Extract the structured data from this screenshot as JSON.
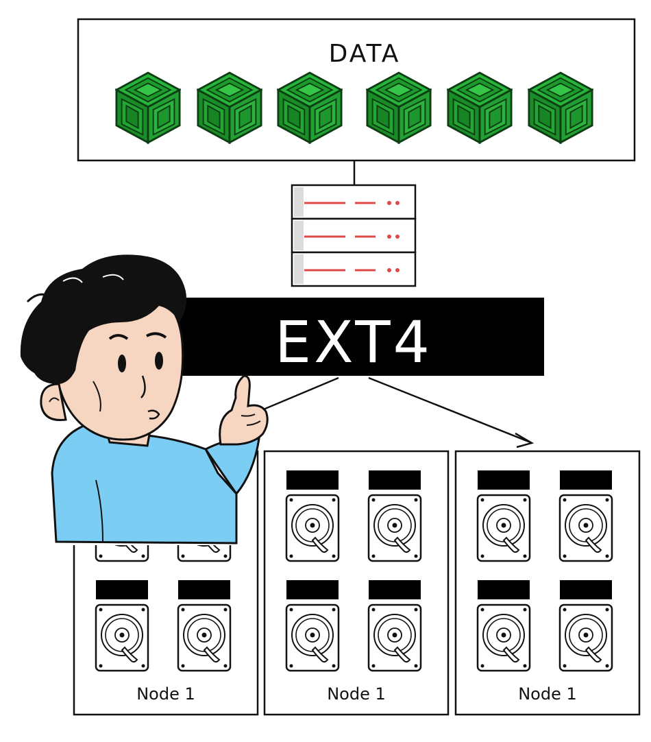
{
  "data_box": {
    "title": "DATA",
    "cube_count": 6,
    "cube_color": "#1fa12f"
  },
  "filesystem": {
    "label": "EXT4"
  },
  "server": {
    "slots": 3,
    "accent": "#e04848"
  },
  "nodes": [
    {
      "label": "Node 1"
    },
    {
      "label": "Node 1"
    },
    {
      "label": "Node 1"
    }
  ],
  "character": {
    "shirt_color": "#7ccdf3",
    "skin_color": "#f6d5c1",
    "hair_color": "#111111"
  }
}
